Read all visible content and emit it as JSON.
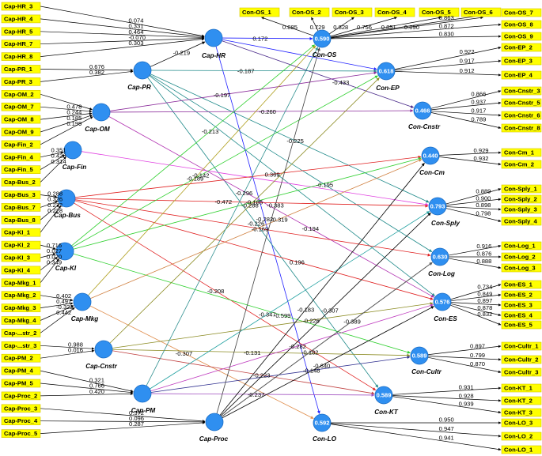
{
  "latent": {
    "Cap-HR": {
      "name": "Cap-HR",
      "r2": ""
    },
    "Cap-PR": {
      "name": "Cap-PR",
      "r2": ""
    },
    "Cap-OM": {
      "name": "Cap-OM",
      "r2": ""
    },
    "Cap-Fin": {
      "name": "Cap-Fin",
      "r2": ""
    },
    "Cap-Bus": {
      "name": "Cap-Bus",
      "r2": ""
    },
    "Cap-KI": {
      "name": "Cap-KI",
      "r2": ""
    },
    "Cap-Mkg": {
      "name": "Cap-Mkg",
      "r2": ""
    },
    "Cap-Cnstr": {
      "name": "Cap-Cnstr",
      "r2": ""
    },
    "Cap-PM": {
      "name": "Cap-PM",
      "r2": ""
    },
    "Cap-Proc": {
      "name": "Cap-Proc",
      "r2": ""
    },
    "Con-OS": {
      "name": "Con-OS",
      "r2": "0.590"
    },
    "Con-EP": {
      "name": "Con-EP",
      "r2": "0.618"
    },
    "Con-Cnstr": {
      "name": "Con-Cnstr",
      "r2": "0.466"
    },
    "Con-Cm": {
      "name": "Con-Cm",
      "r2": "0.440"
    },
    "Con-Sply": {
      "name": "Con-Sply",
      "r2": "0.793"
    },
    "Con-Log": {
      "name": "Con-Log",
      "r2": "0.630"
    },
    "Con-ES": {
      "name": "Con-ES",
      "r2": "0.576"
    },
    "Con-Cultr": {
      "name": "Con-Cultr",
      "r2": "0.589"
    },
    "Con-KT": {
      "name": "Con-KT",
      "r2": "0.589"
    },
    "Con-LO": {
      "name": "Con-LO",
      "r2": "0.592"
    }
  },
  "left_indicators": [
    {
      "label": "Cap-HR_3",
      "latent": "Cap-HR",
      "loading": "0.074"
    },
    {
      "label": "Cap-HR_4",
      "latent": "Cap-HR",
      "loading": "0.331"
    },
    {
      "label": "Cap-HR_5",
      "latent": "Cap-HR",
      "loading": "0.464"
    },
    {
      "label": "Cap-HR_7",
      "latent": "Cap-HR",
      "loading": "-0.070"
    },
    {
      "label": "Cap-HR_8",
      "latent": "Cap-HR",
      "loading": "0.303"
    },
    {
      "label": "Cap-PR_1",
      "latent": "Cap-PR",
      "loading": "0.676"
    },
    {
      "label": "Cap-PR_3",
      "latent": "Cap-PR",
      "loading": "0.382"
    },
    {
      "label": "Cap-OM_2",
      "latent": "Cap-OM",
      "loading": ""
    },
    {
      "label": "Cap-OM_7",
      "latent": "Cap-OM",
      "loading": "0.478"
    },
    {
      "label": "Cap-OM_8",
      "latent": "Cap-OM",
      "loading": "0.244"
    },
    {
      "label": "Cap-OM_9",
      "latent": "Cap-OM",
      "loading": "0.185"
    },
    {
      "label": "Cap-Fin_2",
      "latent": "Cap-OM",
      "loading": "0.199"
    },
    {
      "label": "Cap-Fin_4",
      "latent": "Cap-Fin",
      "loading": "0.351"
    },
    {
      "label": "Cap-Fin_5",
      "latent": "Cap-Fin",
      "loading": "0.426"
    },
    {
      "label": "Cap-Bus_2",
      "latent": "Cap-Fin",
      "loading": "0.314"
    },
    {
      "label": "Cap-Bus_3",
      "latent": "Cap-Bus",
      "loading": "0.288"
    },
    {
      "label": "Cap-Bus_7",
      "latent": "Cap-Bus",
      "loading": "0.326"
    },
    {
      "label": "Cap-Bus_8",
      "latent": "Cap-Bus",
      "loading": "0.272"
    },
    {
      "label": "Cap-KI_1",
      "latent": "Cap-Bus",
      "loading": "0.228"
    },
    {
      "label": "Cap-KI_2",
      "latent": "Cap-KI",
      "loading": "0.716"
    },
    {
      "label": "Cap-KI_3",
      "latent": "Cap-KI",
      "loading": "0.027"
    },
    {
      "label": "Cap-KI_4",
      "latent": "Cap-KI",
      "loading": "0.020"
    },
    {
      "label": "Cap-Mkg_1",
      "latent": "Cap-KI",
      "loading": "0.349"
    },
    {
      "label": "Cap-Mkg_2",
      "latent": "Cap-Mkg",
      "loading": "0.402"
    },
    {
      "label": "Cap-Mkg_3",
      "latent": "Cap-Mkg",
      "loading": "0.497"
    },
    {
      "label": "Cap-Mkg_4",
      "latent": "Cap-Mkg",
      "loading": "-0.322"
    },
    {
      "label": "Cap-...str_2",
      "latent": "Cap-Mkg",
      "loading": "0.442"
    },
    {
      "label": "Cap-...str_3",
      "latent": "Cap-Cnstr",
      "loading": "0.988"
    },
    {
      "label": "Cap-PM_2",
      "latent": "Cap-Cnstr",
      "loading": "0.016"
    },
    {
      "label": "Cap-PM_4",
      "latent": "Cap-PM",
      "loading": "0.321"
    },
    {
      "label": "Cap-PM_5",
      "latent": "Cap-PM",
      "loading": "0.766"
    },
    {
      "label": "Cap-Proc_2",
      "latent": "Cap-PM",
      "loading": "0.420"
    },
    {
      "label": "Cap-Proc_3",
      "latent": "Cap-Proc",
      "loading": "0.372"
    },
    {
      "label": "Cap-Proc_4",
      "latent": "Cap-Proc",
      "loading": "0.096"
    },
    {
      "label": "Cap-Proc_5",
      "latent": "Cap-Proc",
      "loading": "0.287"
    }
  ],
  "top_indicators": [
    {
      "label": "Con-OS_1",
      "loading": "0.885"
    },
    {
      "label": "Con-OS_2",
      "loading": "0.729"
    },
    {
      "label": "Con-OS_3",
      "loading": "0.828"
    },
    {
      "label": "Con-OS_4",
      "loading": "0.756"
    },
    {
      "label": "Con-OS_5",
      "loading": "0.851"
    },
    {
      "label": "Con-OS_6",
      "loading": "0.890"
    }
  ],
  "right_indicators": [
    {
      "label": "Con-OS_7",
      "latent": "Con-OS",
      "loading": "0.863"
    },
    {
      "label": "Con-OS_8",
      "latent": "Con-OS",
      "loading": "0.872"
    },
    {
      "label": "Con-OS_9",
      "latent": "Con-OS",
      "loading": "0.830"
    },
    {
      "label": "Con-EP_2",
      "latent": "Con-EP",
      "loading": "0.922"
    },
    {
      "label": "Con-EP_3",
      "latent": "Con-EP",
      "loading": "0.917"
    },
    {
      "label": "Con-EP_4",
      "latent": "Con-EP",
      "loading": "0.912"
    },
    {
      "label": "Con-Cnstr_3",
      "latent": "Con-Cnstr",
      "loading": "0.866"
    },
    {
      "label": "Con-Cnstr_5",
      "latent": "Con-Cnstr",
      "loading": "0.937"
    },
    {
      "label": "Con-Cnstr_6",
      "latent": "Con-Cnstr",
      "loading": "0.917"
    },
    {
      "label": "Con-Cnstr_8",
      "latent": "Con-Cnstr",
      "loading": "0.789"
    },
    {
      "label": "Con-Cm_1",
      "latent": "Con-Cm",
      "loading": "0.929"
    },
    {
      "label": "Con-Cm_2",
      "latent": "Con-Cm",
      "loading": "0.932"
    },
    {
      "label": "Con-Sply_1",
      "latent": "Con-Sply",
      "loading": "0.889"
    },
    {
      "label": "Con-Sply_2",
      "latent": "Con-Sply",
      "loading": "0.900"
    },
    {
      "label": "Con-Sply_3",
      "latent": "Con-Sply",
      "loading": "0.898"
    },
    {
      "label": "Con-Sply_4",
      "latent": "Con-Sply",
      "loading": "0.798"
    },
    {
      "label": "Con-Log_1",
      "latent": "Con-Log",
      "loading": "0.916"
    },
    {
      "label": "Con-Log_2",
      "latent": "Con-Log",
      "loading": "0.876"
    },
    {
      "label": "Con-Log_3",
      "latent": "Con-Log",
      "loading": "0.888"
    },
    {
      "label": "Con-ES_1",
      "latent": "Con-ES",
      "loading": "0.734"
    },
    {
      "label": "Con-ES_2",
      "latent": "Con-ES",
      "loading": "0.849"
    },
    {
      "label": "Con-ES_3",
      "latent": "Con-ES",
      "loading": "0.897"
    },
    {
      "label": "Con-ES_4",
      "latent": "Con-ES",
      "loading": "0.878"
    },
    {
      "label": "Con-ES_5",
      "latent": "Con-ES",
      "loading": "0.832"
    },
    {
      "label": "Con-Cultr_1",
      "latent": "Con-Cultr",
      "loading": "0.897"
    },
    {
      "label": "Con-Cultr_2",
      "latent": "Con-Cultr",
      "loading": "0.799"
    },
    {
      "label": "Con-Cultr_3",
      "latent": "Con-Cultr",
      "loading": "0.870"
    },
    {
      "label": "Con-KT_1",
      "latent": "Con-KT",
      "loading": "0.931"
    },
    {
      "label": "Con-KT_2",
      "latent": "Con-KT",
      "loading": "0.928"
    },
    {
      "label": "Con-KT_3",
      "latent": "Con-KT",
      "loading": "0.939"
    },
    {
      "label": "Con-LO_3",
      "latent": "Con-LO",
      "loading": "0.950"
    },
    {
      "label": "Con-LO_2",
      "latent": "Con-LO",
      "loading": "0.947"
    },
    {
      "label": "Con-LO_1",
      "latent": "Con-LO",
      "loading": "0.941"
    }
  ],
  "paths": [
    {
      "from": "Cap-HR",
      "to": "Con-OS",
      "coef": "0.172",
      "color": "#2020ff"
    },
    {
      "from": "Cap-HR",
      "to": "Con-EP",
      "coef": "",
      "color": "#2020ff"
    },
    {
      "from": "Cap-HR",
      "to": "Con-Cnstr",
      "coef": "-0.433",
      "color": "#4a2a8a"
    },
    {
      "from": "Cap-HR",
      "to": "Con-LO",
      "coef": "-0.282",
      "color": "#2020ff"
    },
    {
      "from": "Cap-PR",
      "to": "Cap-HR",
      "coef": "-0.219",
      "color": "#000000"
    },
    {
      "from": "Cap-PR",
      "to": "Con-EP",
      "coef": "-0.187",
      "color": "#1f8a8a"
    },
    {
      "from": "Cap-PR",
      "to": "Con-Sply",
      "coef": "-0.225",
      "color": "#1f8a8a"
    },
    {
      "from": "Cap-PR",
      "to": "Con-Log",
      "coef": "-0.195",
      "color": "#1f8a8a"
    },
    {
      "from": "Cap-PR",
      "to": "Con-KT",
      "coef": "-0.226",
      "color": "#1f8a8a"
    },
    {
      "from": "Cap-PR",
      "to": "Con-ES",
      "coef": "",
      "color": "#1f8a8a"
    },
    {
      "from": "Cap-OM",
      "to": "Con-EP",
      "coef": "-0.197",
      "color": "#8a2a9a"
    },
    {
      "from": "Cap-OM",
      "to": "Con-Cnstr",
      "coef": "-0.260",
      "color": "#8a2a9a"
    },
    {
      "from": "Cap-OM",
      "to": "Con-ES",
      "coef": "-0.194",
      "color": "#b030b0"
    },
    {
      "from": "Cap-Fin",
      "to": "Con-Sply",
      "coef": "",
      "color": "#e040e0"
    },
    {
      "from": "Cap-Bus",
      "to": "Con-Cm",
      "coef": "0.369",
      "color": "#e02020"
    },
    {
      "from": "Cap-Bus",
      "to": "Con-Sply",
      "coef": "-0.472",
      "color": "#e02020"
    },
    {
      "from": "Cap-Bus",
      "to": "Con-Log",
      "coef": "-0.169",
      "color": "#e02020"
    },
    {
      "from": "Cap-Bus",
      "to": "Con-ES",
      "coef": "0.196",
      "color": "#e02020"
    },
    {
      "from": "Cap-Bus",
      "to": "Con-KT",
      "coef": "-0.208",
      "color": "#e02020"
    },
    {
      "from": "Cap-KI",
      "to": "Con-OS",
      "coef": "-0.213",
      "color": "#30d030"
    },
    {
      "from": "Cap-KI",
      "to": "Con-EP",
      "coef": "-0.142",
      "color": "#30d030"
    },
    {
      "from": "Cap-KI",
      "to": "Con-Cm",
      "coef": "-0.185",
      "color": "#30d030"
    },
    {
      "from": "Cap-KI",
      "to": "Con-Cultr",
      "coef": "-0.599",
      "color": "#30d030"
    },
    {
      "from": "Cap-Mkg",
      "to": "Con-OS",
      "coef": "-0.189",
      "color": "#b0a020"
    },
    {
      "from": "Cap-Mkg",
      "to": "Con-Cm",
      "coef": "-0.319",
      "color": "#d08040"
    },
    {
      "from": "Cap-Mkg",
      "to": "Con-LO",
      "coef": "-0.307",
      "color": "#e09050"
    },
    {
      "from": "Cap-Cnstr",
      "to": "Con-EP",
      "coef": "-0.288",
      "color": "#8a8a20"
    },
    {
      "from": "Cap-Cnstr",
      "to": "Con-ES",
      "coef": "-0.226",
      "color": "#8a8a20"
    },
    {
      "from": "Cap-Cnstr",
      "to": "Con-Cultr",
      "coef": "-0.131",
      "color": "#8a8a20"
    },
    {
      "from": "Cap-Cnstr",
      "to": "Con-KT",
      "coef": "-0.223",
      "color": "#c04040"
    },
    {
      "from": "Cap-PM",
      "to": "Con-Sply",
      "coef": "-0.347",
      "color": "#20a0a0"
    },
    {
      "from": "Cap-PM",
      "to": "Con-ES",
      "coef": "-0.282",
      "color": "#c040c0"
    },
    {
      "from": "Cap-PM",
      "to": "Con-Cultr",
      "coef": "-0.148",
      "color": "#303090"
    },
    {
      "from": "Cap-PM",
      "to": "Con-KT",
      "coef": "-0.237",
      "color": "#a050c0"
    },
    {
      "from": "Cap-PM",
      "to": "Con-OS",
      "coef": "-0.296",
      "color": "#309090"
    },
    {
      "from": "Cap-Proc",
      "to": "Con-Cm",
      "coef": "-0.183",
      "color": "#000000"
    },
    {
      "from": "Cap-Proc",
      "to": "Con-Sply",
      "coef": "-0.307",
      "color": "#000000"
    },
    {
      "from": "Cap-Proc",
      "to": "Con-Log",
      "coef": "-0.389",
      "color": "#000000"
    },
    {
      "from": "Cap-Proc",
      "to": "Con-ES",
      "coef": "-0.640",
      "color": "#000000"
    },
    {
      "from": "Cap-Proc",
      "to": "Con-OS",
      "coef": "-0.383",
      "color": "#404040"
    },
    {
      "from": "Cap-Proc",
      "to": "Con-Log",
      "coef": "-0.182",
      "color": "#606060"
    }
  ]
}
